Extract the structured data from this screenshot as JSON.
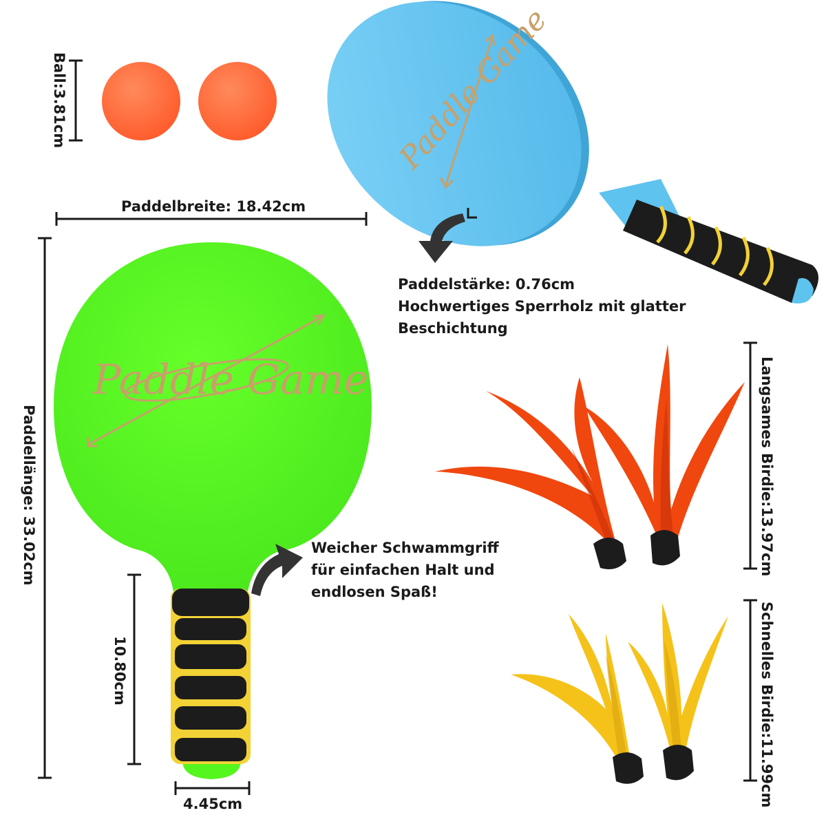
{
  "colors": {
    "green_paddle": "#55f51e",
    "blue_paddle": "#5ec3ef",
    "ball": "#ff6b3d",
    "grip_foam": "#1c1c1c",
    "grip_stripe": "#f2d235",
    "logo_gold": "#c8a06a",
    "slow_birdie": "#f0470e",
    "fast_birdie": "#f5c21a",
    "arrow": "#333333",
    "dimension_line": "#1a1a1a"
  },
  "paddle_logo": "Paddle Game",
  "dimensions": {
    "ball": "Ball:3.81cm",
    "paddle_width": "Paddelbreite: 18.42cm",
    "paddle_length": "Paddellänge: 33.02cm",
    "grip_length": "10.80cm",
    "grip_width": "4.45cm",
    "slow_birdie": "Langsames Birdie:13.97cm",
    "fast_birdie": "Schnelles Birdie:11.99cm"
  },
  "callouts": {
    "thickness_line1": "Paddelstärke: 0.76cm",
    "thickness_line2": "Hochwertiges Sperrholz mit glatter",
    "thickness_line3": "Beschichtung",
    "grip_line1": "Weicher Schwammgriff",
    "grip_line2": "für einfachen Halt und",
    "grip_line3": "endlosen Spaß!"
  },
  "icons": [
    "curved-arrow-icon",
    "dimension-bracket-icon"
  ]
}
